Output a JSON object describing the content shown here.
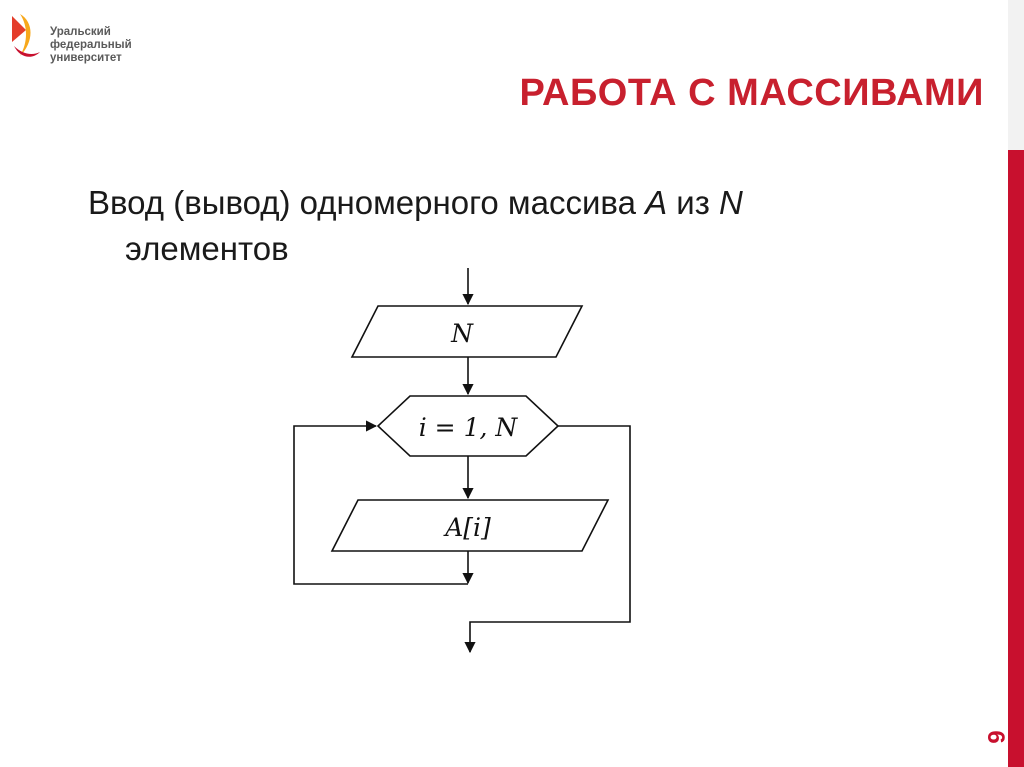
{
  "logo": {
    "line1": "Уральский",
    "line2": "федеральный",
    "line3": "университет"
  },
  "title": "РАБОТА С МАССИВАМИ",
  "subtitle": {
    "prefix": "Ввод (вывод) одномерного массива ",
    "var_a": "A",
    "middle": " из ",
    "var_n": "N",
    "line2": "элементов"
  },
  "flowchart": {
    "input_label": "N",
    "loop_label": "i = 1, N",
    "array_label": "A[i]"
  },
  "page_number": "6",
  "colors": {
    "accent": "#c8102e",
    "title": "#c8202e",
    "text": "#1a1a1a"
  }
}
